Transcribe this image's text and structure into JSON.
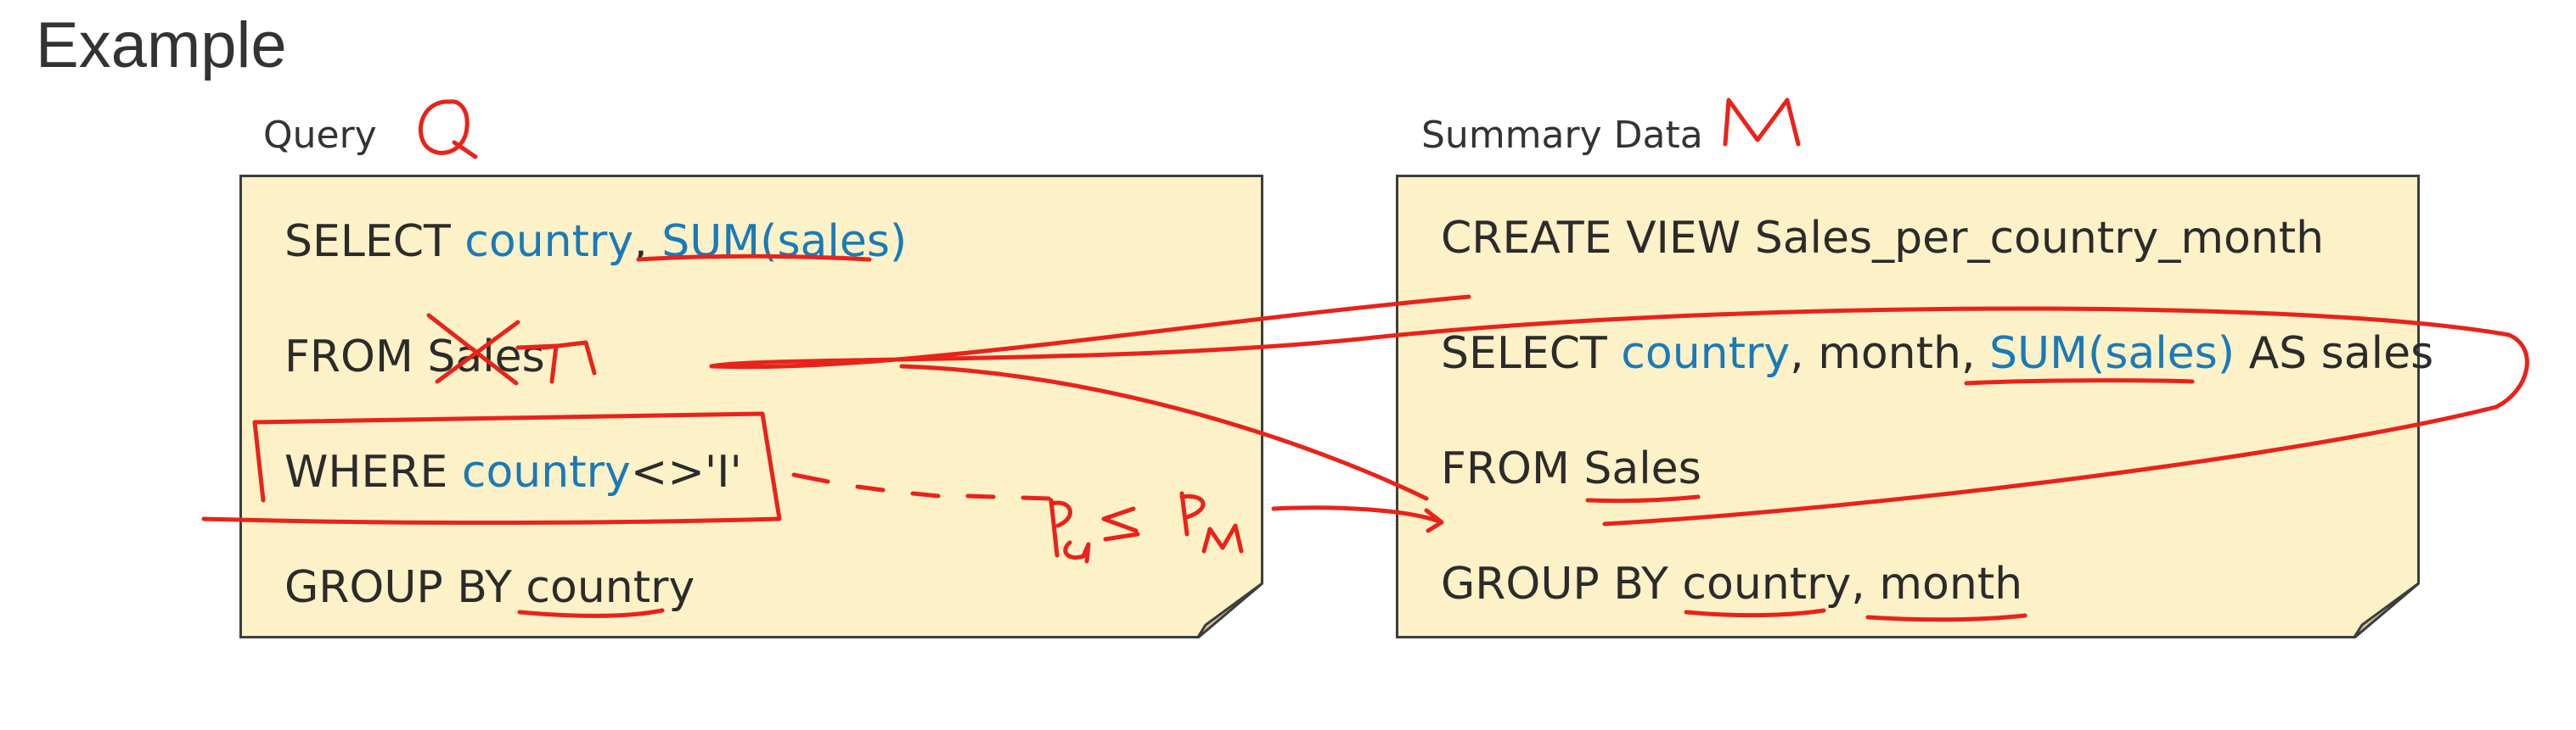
{
  "title": "Example",
  "query_panel": {
    "label": "Query",
    "annotation": "Q",
    "lines": [
      {
        "parts": [
          {
            "t": "SELECT ",
            "c": "kw"
          },
          {
            "t": "country",
            "c": "hl"
          },
          {
            "t": ", ",
            "c": "kw"
          },
          {
            "t": "SUM(sales)",
            "c": "hl"
          }
        ]
      },
      {
        "parts": [
          {
            "t": "FROM Sales",
            "c": "kw"
          }
        ]
      },
      {
        "parts": [
          {
            "t": "WHERE ",
            "c": "kw"
          },
          {
            "t": "country",
            "c": "hl"
          },
          {
            "t": "<>'I'",
            "c": "kw"
          }
        ]
      },
      {
        "parts": [
          {
            "t": "GROUP BY country",
            "c": "kw"
          }
        ]
      }
    ]
  },
  "summary_panel": {
    "label": "Summary Data",
    "annotation": "M",
    "lines": [
      {
        "parts": [
          {
            "t": "CREATE VIEW Sales_per_country_month",
            "c": "kw"
          }
        ]
      },
      {
        "parts": [
          {
            "t": "SELECT ",
            "c": "kw"
          },
          {
            "t": "country",
            "c": "hl"
          },
          {
            "t": ", month, ",
            "c": "kw"
          },
          {
            "t": "SUM(sales)",
            "c": "hl"
          },
          {
            "t": " AS sales",
            "c": "kw"
          }
        ]
      },
      {
        "parts": [
          {
            "t": "FROM Sales",
            "c": "kw"
          }
        ]
      },
      {
        "parts": [
          {
            "t": "GROUP BY country, month",
            "c": "kw"
          }
        ]
      }
    ]
  },
  "handwritten_relation": "P_Q ≤ P_M",
  "colors": {
    "note_fill": "#fdf1c7",
    "note_border": "#3d3d3d",
    "keyword": "#2b2b2b",
    "highlight": "#1a7ab8",
    "ink": "#e8231a"
  }
}
